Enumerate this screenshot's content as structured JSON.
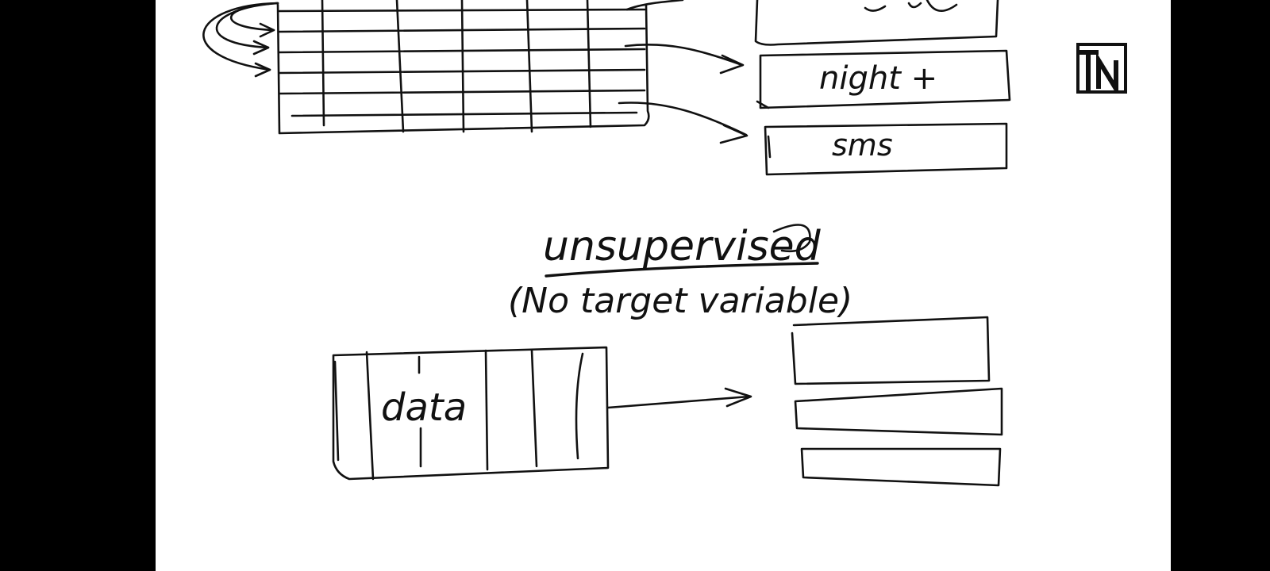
{
  "sketch": {
    "top_labels": [
      "night +",
      "sms"
    ],
    "title": "unsupervised",
    "subtitle": "(No target variable)",
    "data_label": "data"
  },
  "logo": {
    "text": "IN",
    "icon": "tn-logo-icon"
  },
  "colors": {
    "ink": "#111111",
    "board": "#ffffff",
    "frame": "#000000"
  }
}
